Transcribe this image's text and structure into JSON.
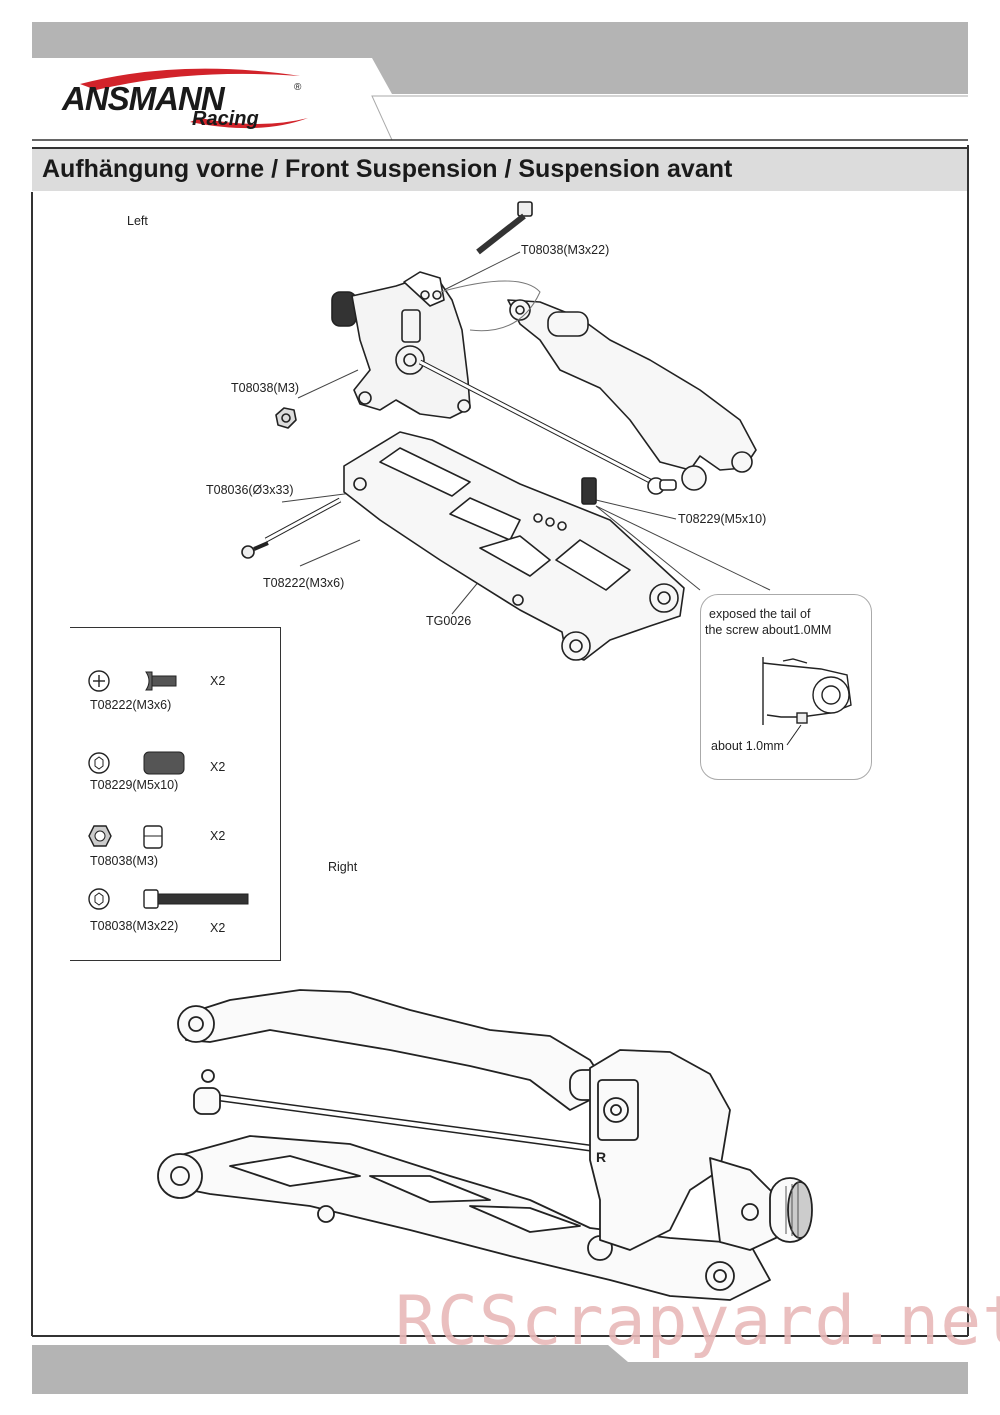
{
  "brand": {
    "logo_text": "ANSMANN",
    "logo_sub": "Racing",
    "registered": "®"
  },
  "section_title": "Aufhängung vorne / Front Suspension / Suspension avant",
  "diagram": {
    "left_label": "Left",
    "right_label": "Right",
    "callouts": [
      "T08038(M3x22)",
      "T08038(M3)",
      "T08036(Ø3x33)",
      "T08222(M3x6)",
      "TG0026",
      "T08229(M5x10)"
    ],
    "detail": {
      "line1": "exposed the tail of",
      "line2": "the screw about1.0MM",
      "measure": "about 1.0mm"
    }
  },
  "parts_list": [
    {
      "code": "T08222(M3x6)",
      "qty": "X2",
      "icon": "phillips-screw-icon"
    },
    {
      "code": "T08229(M5x10)",
      "qty": "X2",
      "icon": "set-screw-icon"
    },
    {
      "code": "T08038(M3)",
      "qty": "X2",
      "icon": "lock-nut-icon"
    },
    {
      "code": "T08038(M3x22)",
      "qty": "X2",
      "icon": "cap-screw-icon"
    }
  ],
  "watermark": "RCScrapyard.net",
  "colors": {
    "header_gray": "#b4b4b4",
    "title_bar": "#dcdcdc",
    "logo_red": "#d2232a",
    "watermark": "#e8b9b9"
  }
}
